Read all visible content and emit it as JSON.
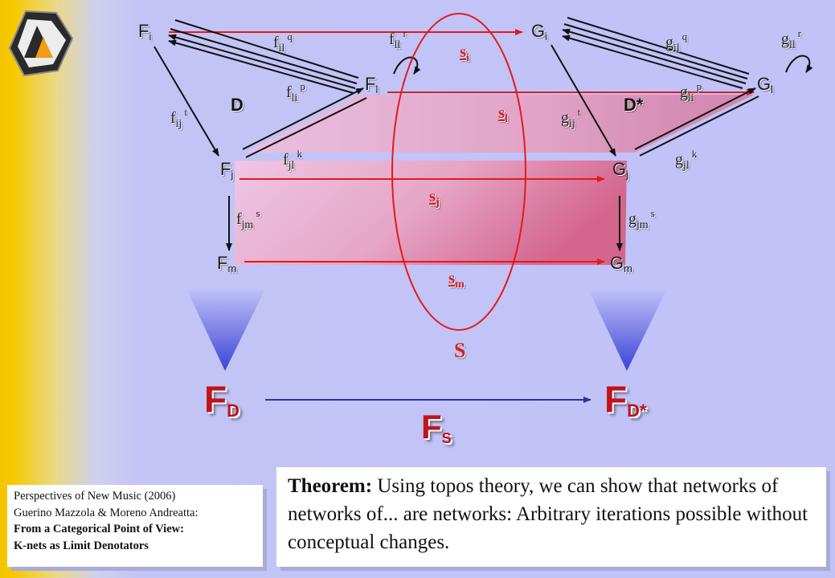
{
  "diagram": {
    "nodes": {
      "Fi": {
        "base": "F",
        "sub": "i"
      },
      "Fl": {
        "base": "F",
        "sub": "l"
      },
      "Fj": {
        "base": "F",
        "sub": "j"
      },
      "Fm": {
        "base": "F",
        "sub": "m"
      },
      "Gi": {
        "base": "G",
        "sub": "i"
      },
      "Gl": {
        "base": "G",
        "sub": "l"
      },
      "Gj": {
        "base": "G",
        "sub": "j"
      },
      "Gm": {
        "base": "G",
        "sub": "m"
      }
    },
    "morphisms": {
      "f_il_q": {
        "base": "f",
        "sub": "il",
        "sup": "q"
      },
      "f_ll_r": {
        "base": "f",
        "sub": "ll",
        "sup": "r"
      },
      "f_li_p": {
        "base": "f",
        "sub": "li",
        "sup": "p"
      },
      "f_ij_t": {
        "base": "f",
        "sub": "ij",
        "sup": "t"
      },
      "f_jl_k": {
        "base": "f",
        "sub": "jl",
        "sup": "k"
      },
      "f_jm_s": {
        "base": "f",
        "sub": "jm",
        "sup": "s"
      },
      "g_il_q": {
        "base": "g",
        "sub": "il",
        "sup": "q"
      },
      "g_ll_r": {
        "base": "g",
        "sub": "ll",
        "sup": "r"
      },
      "g_li_p": {
        "base": "g",
        "sub": "li",
        "sup": "p"
      },
      "g_ij_t": {
        "base": "g",
        "sub": "ij",
        "sup": "t"
      },
      "g_jl_k": {
        "base": "g",
        "sub": "jl",
        "sup": "k"
      },
      "g_jm_s": {
        "base": "g",
        "sub": "jm",
        "sup": "s"
      }
    },
    "components": {
      "si": {
        "base": "s",
        "sub": "i"
      },
      "sl": {
        "base": "s",
        "sub": "l"
      },
      "sj": {
        "base": "s",
        "sub": "j"
      },
      "sm": {
        "base": "s",
        "sub": "m"
      }
    },
    "D_label": "D",
    "Dstar_label": "D*",
    "S_label": "S",
    "FD": {
      "base": "F",
      "sub": "D"
    },
    "FDstar": {
      "base": "F",
      "sub": "D*"
    },
    "FS": {
      "base": "F",
      "sub": "S"
    }
  },
  "theorem": {
    "label": "Theorem:",
    "text": " Using topos theory, we can show that networks of networks of... are networks: Arbitrary iterations possible without conceptual changes."
  },
  "citation": {
    "line1": "Perspectives of New Music (2006)",
    "line2": "Guerino Mazzola & Moreno Andreatta:",
    "line3": "From a Categorical Point of View:",
    "line4": "K-nets as Limit Denotators"
  },
  "colors": {
    "arrow_red": "#e21b1b",
    "arrow_black": "#111111",
    "component_red": "#d0202a",
    "band_pink": "#e07090",
    "triangle_blue": "#4a50d8"
  }
}
